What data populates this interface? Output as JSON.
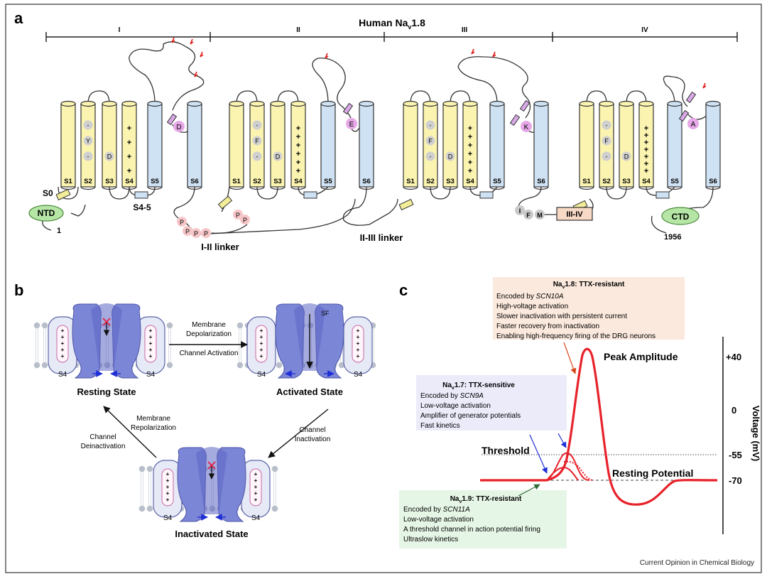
{
  "panel_a": {
    "label": "a",
    "title": "Human Na",
    "title_sub": "v",
    "title_suffix": "1.8",
    "domains": [
      "I",
      "II",
      "III",
      "IV"
    ],
    "helices": [
      "S1",
      "S2",
      "S3",
      "S4",
      "S5",
      "S6"
    ],
    "s2_residues": [
      [
        "-",
        "Y",
        "-"
      ],
      [
        "-",
        "F",
        "-"
      ],
      [
        "-",
        "F",
        "-"
      ],
      [
        "-",
        "F",
        "-"
      ]
    ],
    "s3_residue": "D",
    "pore_residues": [
      "D",
      "E",
      "K",
      "A"
    ],
    "plus": "+",
    "s0": "S0",
    "ntd": "NTD",
    "n_term": "1",
    "s45": "S4-5",
    "phospho": "P",
    "linker_1_2": "I-II linker",
    "linker_2_3": "II-III linker",
    "ifm": [
      "I",
      "F",
      "M"
    ],
    "linker_3_4": "III-IV",
    "ctd": "CTD",
    "c_term": "1956"
  },
  "panel_b": {
    "label": "b",
    "s4": "S4",
    "sf": "SF",
    "resting": "Resting State",
    "activated": "Activated State",
    "inactivated": "Inactivated State",
    "arrow_top_1": "Membrane",
    "arrow_top_2": "Depolarization",
    "arrow_top_3": "Channel Activation",
    "arrow_right_1": "Channel",
    "arrow_right_2": "Inactivation",
    "arrow_left_1": "Membrane",
    "arrow_left_2": "Repolarization",
    "arrow_left_3": "Channel",
    "arrow_left_4": "Deinactivation"
  },
  "panel_c": {
    "label": "c",
    "nav18": {
      "title_prefix": "Na",
      "title_sub": "v",
      "title_suffix": "1.8: TTX-resistant",
      "gene_prefix": "Encoded by ",
      "gene": "SCN10A",
      "lines": [
        "High-voltage activation",
        "Slower inactivation with persistent current",
        "Faster recovery from inactivation",
        "Enabling high-frequency firing of the DRG neurons"
      ]
    },
    "nav17": {
      "title_prefix": "Na",
      "title_sub": "v",
      "title_suffix": "1.7: TTX-sensitive",
      "gene_prefix": "Encoded by ",
      "gene": "SCN9A",
      "lines": [
        "Low-voltage activation",
        "Amplifier of generator potentials",
        "Fast kinetics"
      ]
    },
    "nav19": {
      "title_prefix": "Na",
      "title_sub": "v",
      "title_suffix": "1.9: TTX-resistant",
      "gene_prefix": "Encoded by ",
      "gene": "SCN11A",
      "lines": [
        "Low-voltage activation",
        "A threshold channel in action potential firing",
        "Ultraslow kinetics"
      ]
    },
    "peak": "Peak Amplitude",
    "threshold": "Threshold",
    "resting": "Resting Potential",
    "ticks": [
      "+40",
      "0",
      "-55",
      "-70"
    ],
    "axis_label": "Voltage (mV)"
  },
  "credit": "Current Opinion in Chemical Biology",
  "colors": {
    "helix_yellow": "#fbf4b0",
    "helix_blue": "#cfe2f3",
    "channel_blue": "#7c86d6",
    "ap_red": "#e8222a",
    "box_peach": "#fbe9dd",
    "box_lavender": "#ecebfa",
    "box_mint": "#e6f6e6"
  }
}
